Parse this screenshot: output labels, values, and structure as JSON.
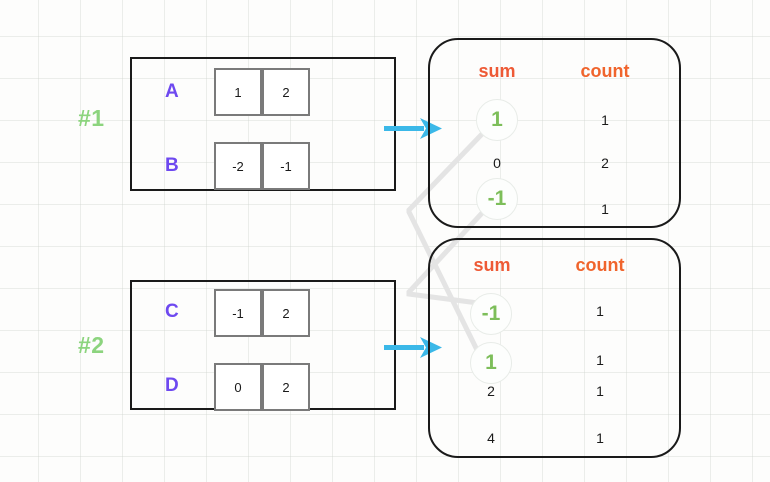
{
  "background": {
    "grid_color": "#d0d4d0",
    "page_color": "#fdfdfc",
    "grid_spacing": 42
  },
  "colors": {
    "group_label": "#8CD47E",
    "row_label": "#6E49F0",
    "header": "#EE5A36",
    "circled_value": "#7DBE5A",
    "arrow": "#3BB8E8",
    "block_border": "#1a1a1a",
    "cell_border": "#7a7a7a",
    "link_line": "#e2e2e2"
  },
  "groups": [
    {
      "label": "#1",
      "rows": [
        {
          "name": "A",
          "cells": [
            "1",
            "2"
          ]
        },
        {
          "name": "B",
          "cells": [
            "-2",
            "-1"
          ]
        }
      ],
      "arrow_icon": "right-arrow-icon"
    },
    {
      "label": "#2",
      "rows": [
        {
          "name": "C",
          "cells": [
            "-1",
            "2"
          ]
        },
        {
          "name": "D",
          "cells": [
            "0",
            "2"
          ]
        }
      ],
      "arrow_icon": "right-arrow-icon"
    }
  ],
  "panels": [
    {
      "headers": {
        "sum": "sum",
        "count": "count"
      },
      "rows": [
        {
          "sum": "1",
          "count": "1",
          "highlighted": true
        },
        {
          "sum": "0",
          "count": "2",
          "highlighted": false
        },
        {
          "sum": "-1",
          "count": "1",
          "highlighted": true
        }
      ]
    },
    {
      "headers": {
        "sum": "sum",
        "count": "count"
      },
      "rows": [
        {
          "sum": "-1",
          "count": "1",
          "highlighted": true
        },
        {
          "sum": "1",
          "count": "1",
          "highlighted": true
        },
        {
          "sum": "2",
          "count": "1",
          "highlighted": false
        },
        {
          "sum": "4",
          "count": "1",
          "highlighted": false
        }
      ]
    }
  ]
}
